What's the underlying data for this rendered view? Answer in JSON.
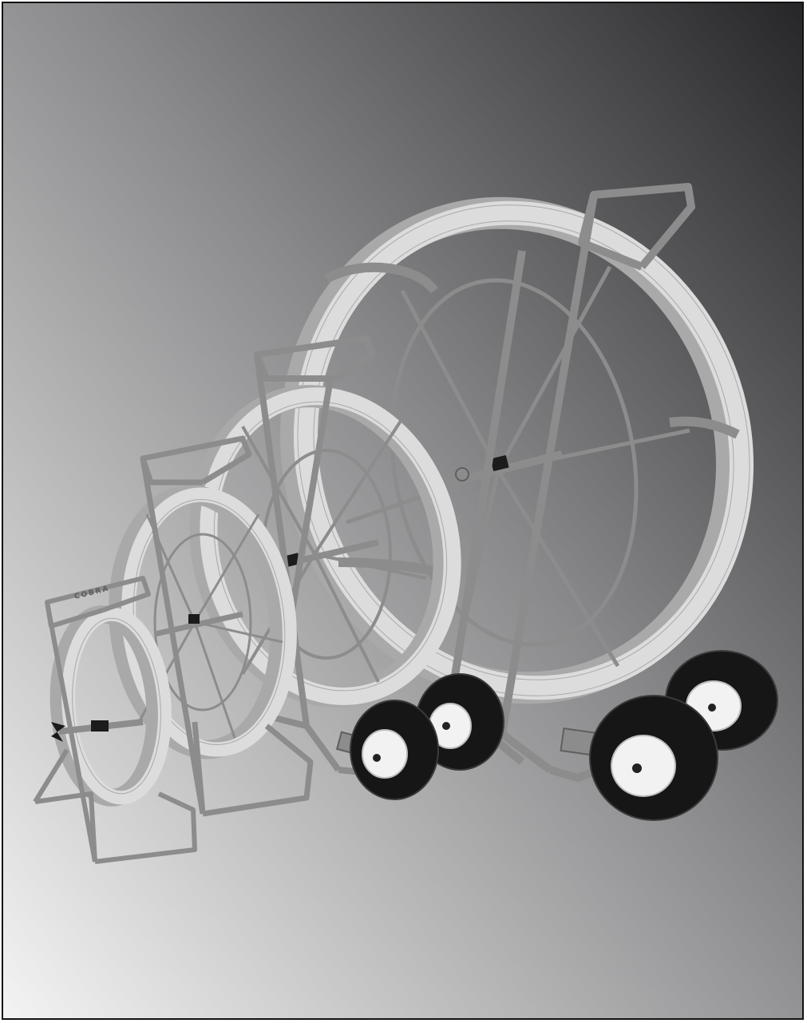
{
  "photo": {
    "background": {
      "top_right": "#262628",
      "bottom_left": "#f4f4f4"
    },
    "colors": {
      "frame": "#8c8c8c",
      "frame_shadow": "#5f5f5f",
      "coil": "#dcdcdc",
      "coil_shadow": "#a9a9a9",
      "tire": "#161616",
      "hub": "#f2f2f2"
    },
    "reels": [
      {
        "name": "small-reel",
        "brand_text": "COBRA"
      },
      {
        "name": "medium-small-reel"
      },
      {
        "name": "medium-large-reel"
      },
      {
        "name": "large-reel"
      }
    ]
  }
}
